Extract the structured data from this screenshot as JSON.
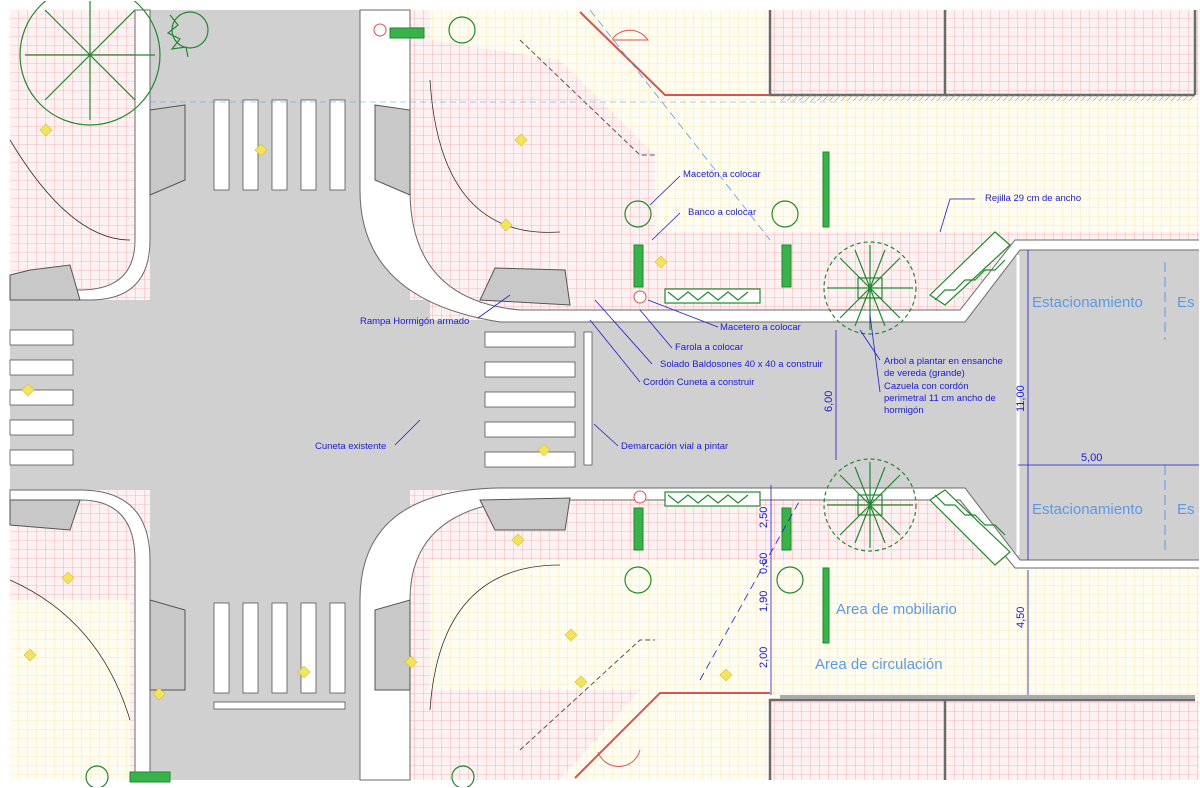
{
  "labels": {
    "maceton": "Macetón a colocar",
    "banco": "Banco a colocar",
    "rejilla": "Rejilla 29 cm de ancho",
    "rampa": "Rampa Hormigón armado",
    "macetero": "Macetero a colocar",
    "farola": "Farola a colocar",
    "solado": "Solado Baldosones 40 x 40 a construir",
    "cordon": "Cordón Cuneta a construir",
    "arbol_1": "Arbol a plantar en ensanche",
    "arbol_2": "de vereda (grande)",
    "cazuela_1": "Cazuela con cordón",
    "cazuela_2": "perimetral 11 cm ancho de",
    "cazuela_3": "hormigón",
    "cuneta": "Cuneta existente",
    "demarcacion": "Demarcación vial a pintar"
  },
  "areas": {
    "estacionamiento_top": "Estacionamiento",
    "estacionamiento_top_cut": "Es",
    "estacionamiento_bottom": "Estacionamiento",
    "estacionamiento_bottom_cut": "Es",
    "mobiliario": "Area de mobiliario",
    "circulacion": "Area de circulación"
  },
  "dimensions": {
    "d600": "6,00",
    "d1100": "11,00",
    "d500": "5,00",
    "d250": "2,50",
    "d060": "0,60",
    "d190": "1,90",
    "d200": "2,00",
    "d450": "4,50"
  },
  "colors": {
    "annotation": "#1b1bd6",
    "area_label": "#5a9ae8",
    "vegetation": "#1e8a2e",
    "red_grid": "#f08080",
    "yellow_grid": "#f5e08a",
    "road": "#d0d0d0"
  }
}
